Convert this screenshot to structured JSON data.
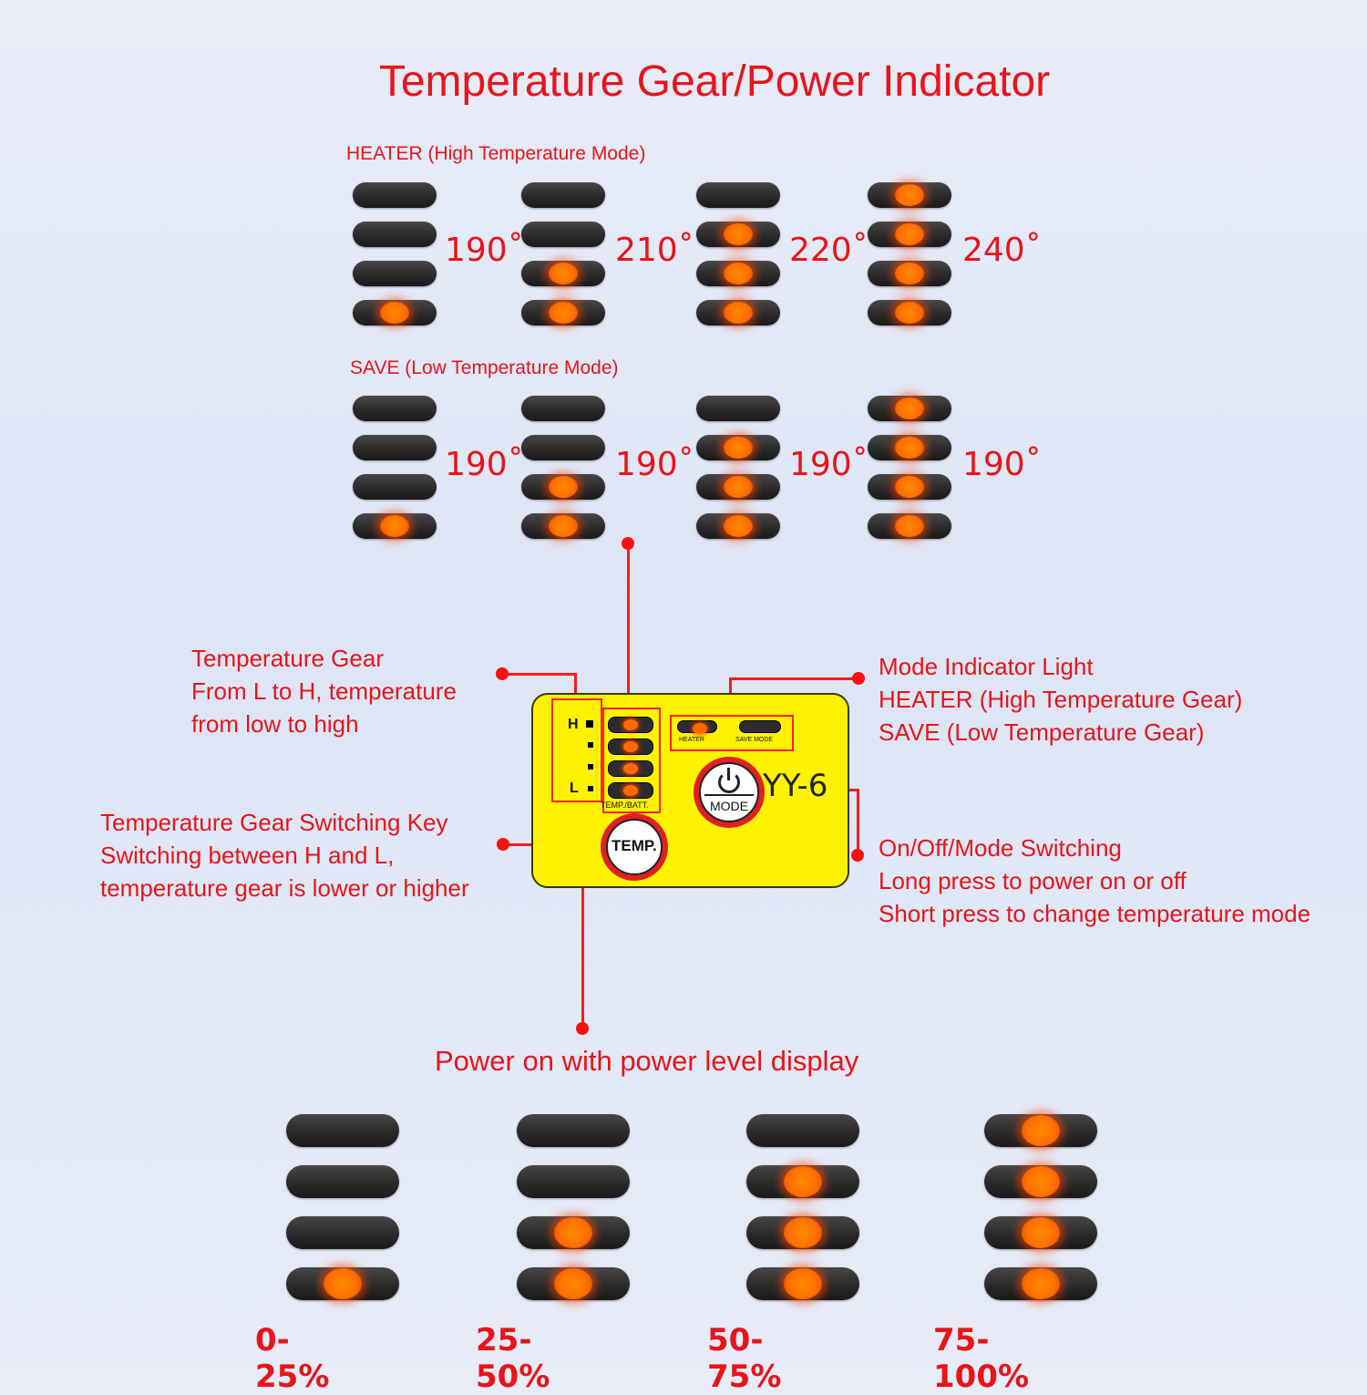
{
  "title": "Temperature Gear/Power Indicator",
  "heater_section": {
    "label": "HEATER (High Temperature Mode)",
    "temps": [
      "190˚",
      "210˚",
      "220˚",
      "240˚"
    ],
    "lit_levels": [
      1,
      2,
      3,
      4
    ]
  },
  "save_section": {
    "label": "SAVE (Low Temperature Mode)",
    "temps": [
      "190˚",
      "190˚",
      "190˚",
      "190˚"
    ],
    "lit_levels": [
      1,
      2,
      3,
      4
    ]
  },
  "controller": {
    "h_label": "H",
    "l_label": "L",
    "temp_batt_label": "TEMP./BATT.",
    "heater_small": "HEATER",
    "save_mode_small": "SAVE MODE",
    "model": "YY-6",
    "mode_button": "MODE",
    "temp_button": "TEMP."
  },
  "annotations": {
    "temp_gear": [
      "Temperature Gear",
      "From L to H, temperature",
      "from low to high"
    ],
    "switch_key": [
      "Temperature Gear Switching Key",
      "Switching between H and L,",
      "temperature gear is lower or higher"
    ],
    "mode_light": [
      "Mode Indicator Light",
      "HEATER (High Temperature Gear)",
      "SAVE (Low Temperature Gear)"
    ],
    "on_off": [
      "On/Off/Mode Switching",
      "Long press to power on or off",
      "Short press to change temperature mode"
    ]
  },
  "power_section": {
    "label": "Power on with power level display",
    "ranges": [
      "0-25%",
      "25-50%",
      "50-75%",
      "75-100%"
    ],
    "lit_levels": [
      1,
      2,
      3,
      4
    ]
  },
  "colors": {
    "accent_red": "#e8141a",
    "led_orange": "#ff7000",
    "controller_yellow": "#fff200",
    "pill_dark": "#2a2a2a"
  }
}
